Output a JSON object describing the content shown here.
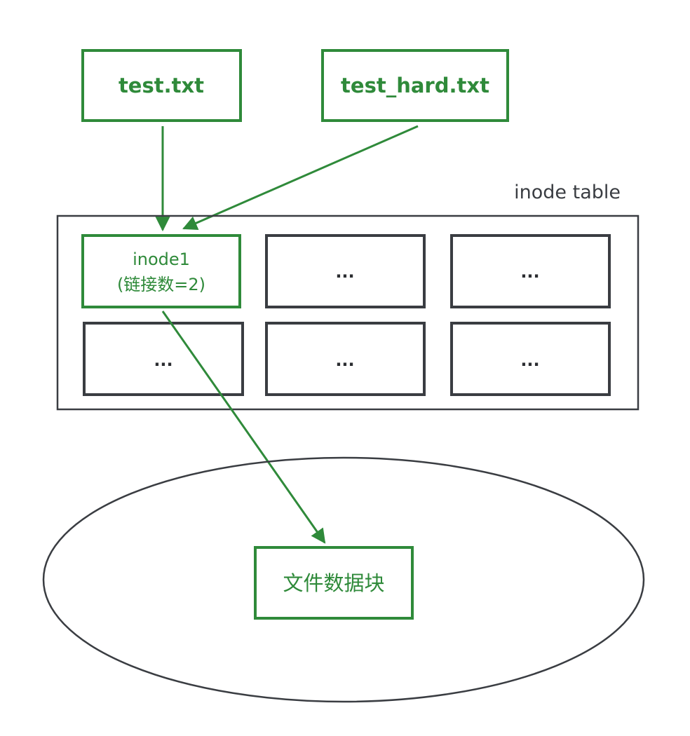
{
  "files": {
    "test_txt": "test.txt",
    "test_hard_txt": "test_hard.txt"
  },
  "inode_table": {
    "label": "inode table",
    "inode1": {
      "name": "inode1",
      "link_count": "(链接数=2)"
    },
    "placeholder": "..."
  },
  "data_block": {
    "label": "文件数据块"
  },
  "colors": {
    "green": "#2f8a3a",
    "dark": "#3a3d42"
  }
}
